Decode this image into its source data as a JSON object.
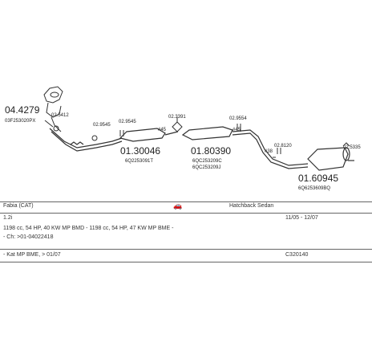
{
  "diagram": {
    "parts": [
      {
        "id": "p1",
        "main": "04.4279",
        "sub": "03F253020PX"
      },
      {
        "id": "p2",
        "small": "02.5412"
      },
      {
        "id": "p3",
        "small": "02.9545"
      },
      {
        "id": "p4",
        "small": "02.9545"
      },
      {
        "id": "p5",
        "main": "01.30046",
        "sub": "6Q2253091T"
      },
      {
        "id": "p6",
        "small": "02.3391"
      },
      {
        "id": "p7",
        "small": "#45"
      },
      {
        "id": "p8",
        "main": "01.80390",
        "sub1": "6QC253209C",
        "sub2": "6QC253209J"
      },
      {
        "id": "p9",
        "small": "02.9554"
      },
      {
        "id": "p10",
        "small": "#45"
      },
      {
        "id": "p11",
        "small": "#38"
      },
      {
        "id": "p12",
        "small": "02.8120"
      },
      {
        "id": "p13",
        "small": "02.5335"
      },
      {
        "id": "p14",
        "main": "01.60945",
        "sub": "6Q6253609BQ"
      }
    ]
  },
  "info": {
    "model": "Fabia (CAT)",
    "body_type": "Hatchback Sedan",
    "engine": "1.2i",
    "dates": "11/05 - 12/07",
    "specs": "1198 cc, 54 HP, 40 KW MP BMD - 1198 cc, 54 HP, 47 KW MP BME -",
    "ch": "- Ch: >01-04022418",
    "kat": "- Kat MP BME, > 01/07",
    "code": "C320140"
  },
  "colors": {
    "stroke": "#333333",
    "line": "#666666"
  }
}
